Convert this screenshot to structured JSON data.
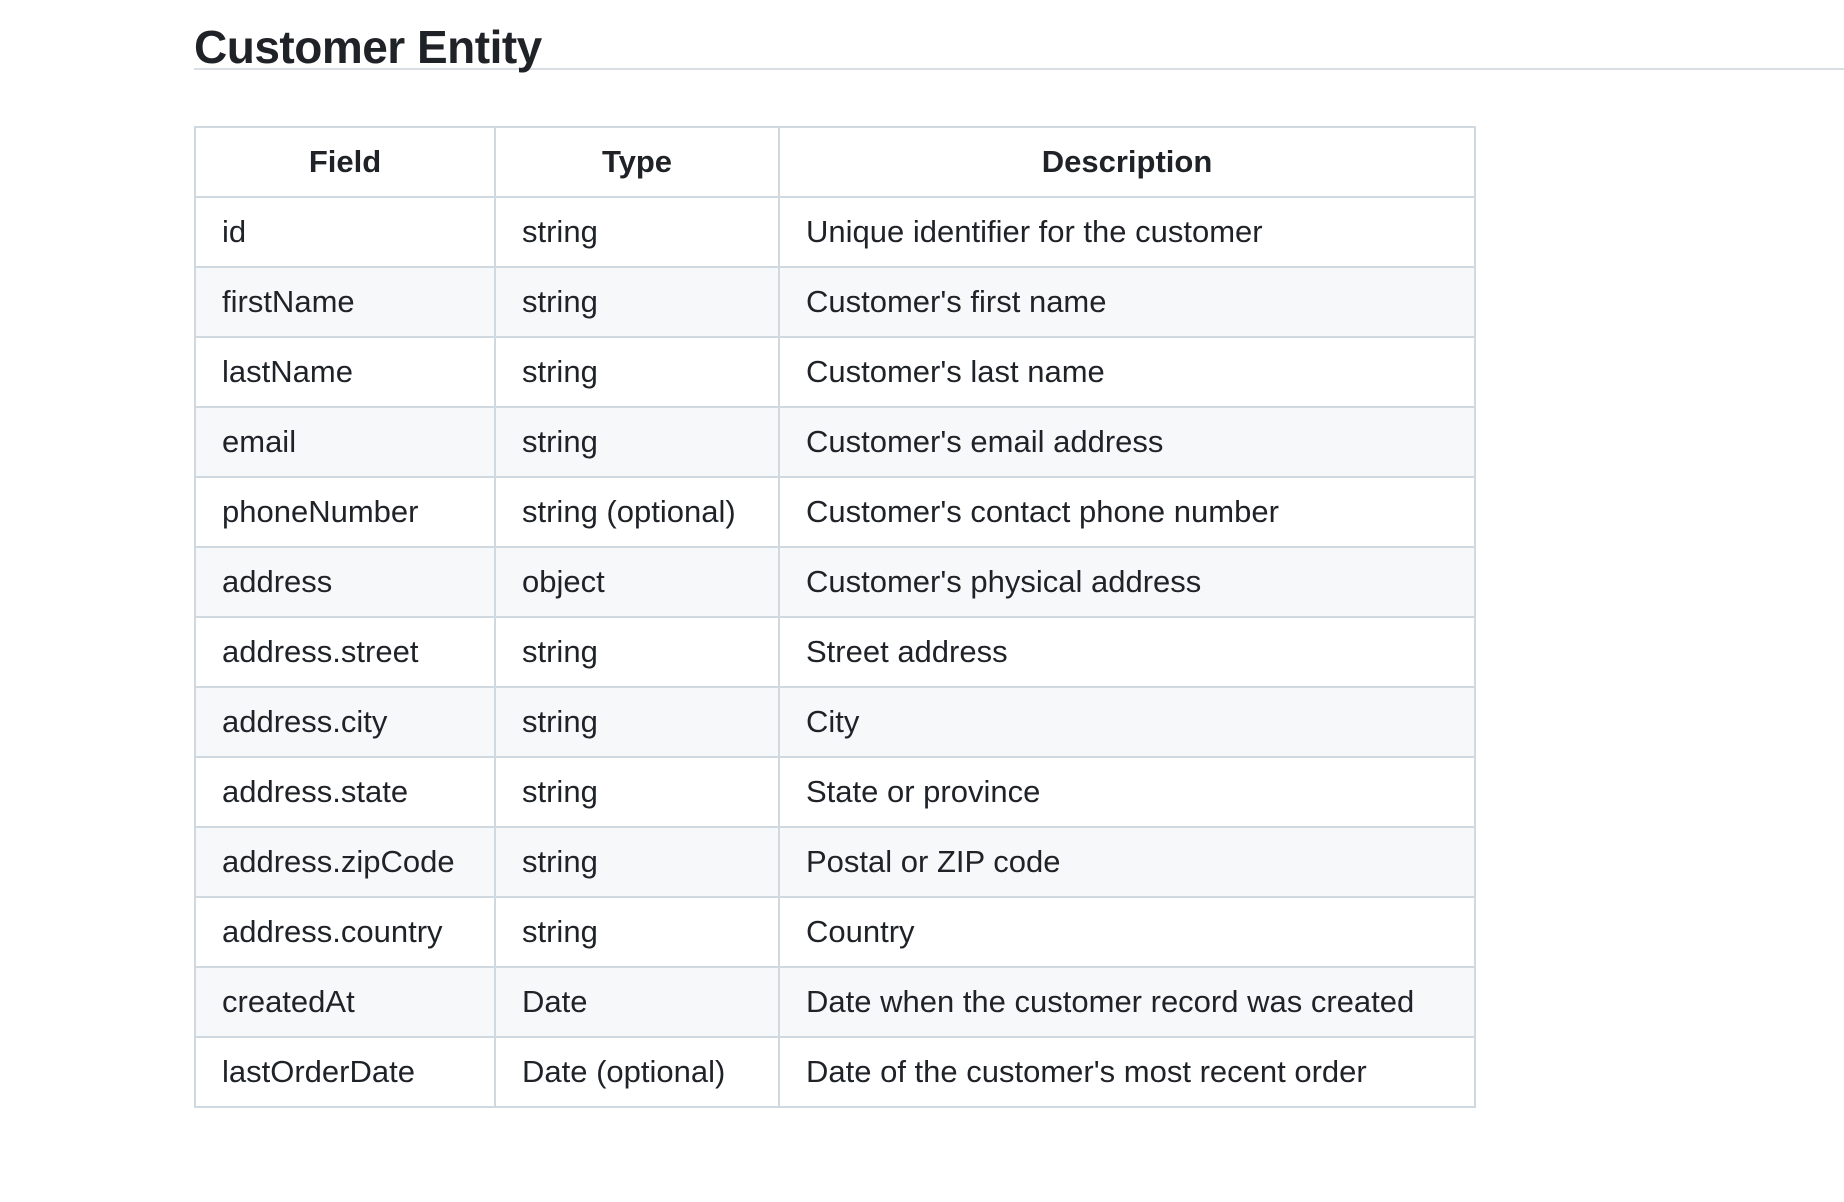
{
  "title": "Customer Entity",
  "table": {
    "headers": [
      "Field",
      "Type",
      "Description"
    ],
    "rows": [
      [
        "id",
        "string",
        "Unique identifier for the customer"
      ],
      [
        "firstName",
        "string",
        "Customer's first name"
      ],
      [
        "lastName",
        "string",
        "Customer's last name"
      ],
      [
        "email",
        "string",
        "Customer's email address"
      ],
      [
        "phoneNumber",
        "string (optional)",
        "Customer's contact phone number"
      ],
      [
        "address",
        "object",
        "Customer's physical address"
      ],
      [
        "address.street",
        "string",
        "Street address"
      ],
      [
        "address.city",
        "string",
        "City"
      ],
      [
        "address.state",
        "string",
        "State or province"
      ],
      [
        "address.zipCode",
        "string",
        "Postal or ZIP code"
      ],
      [
        "address.country",
        "string",
        "Country"
      ],
      [
        "createdAt",
        "Date",
        "Date when the customer record was created"
      ],
      [
        "lastOrderDate",
        "Date (optional)",
        "Date of the customer's most recent order"
      ]
    ]
  }
}
